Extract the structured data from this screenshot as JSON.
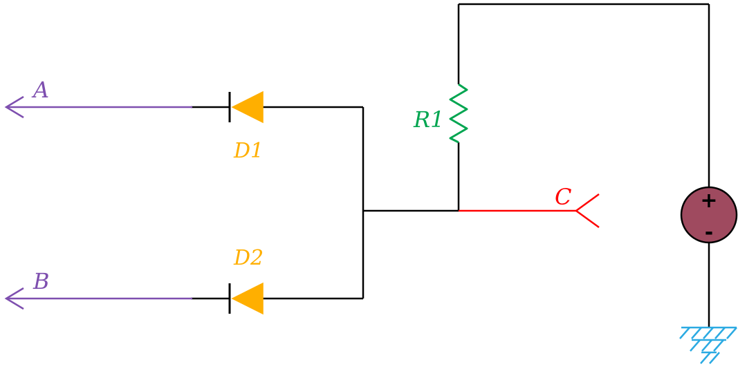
{
  "diagram": {
    "type": "circuit-schematic",
    "labels": {
      "input_a": "A",
      "input_b": "B",
      "output_c": "C",
      "diode_1": "D1",
      "diode_2": "D2",
      "resistor_1": "R1",
      "source_plus": "+",
      "source_minus": "-"
    },
    "components": {
      "diodes": [
        "D1",
        "D2"
      ],
      "resistors": [
        "R1"
      ],
      "input_ports": [
        "A",
        "B"
      ],
      "output_ports": [
        "C"
      ],
      "unlabeled": [
        "voltage-source",
        "ground"
      ]
    },
    "colors": {
      "wire": "#000000",
      "input": "#7E4FAF",
      "diode": "#FFAF00",
      "resistor": "#00A550",
      "output": "#FF0000",
      "source_fill": "#9F4A5F",
      "ground": "#2BAAE2"
    }
  }
}
